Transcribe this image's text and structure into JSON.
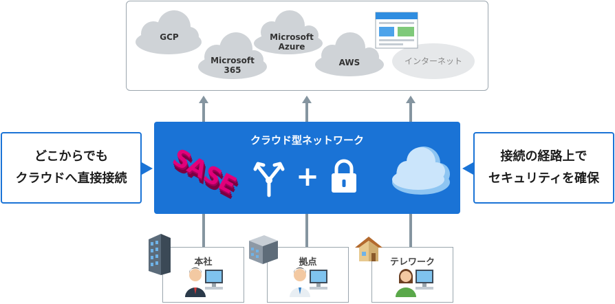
{
  "diagram": {
    "clouds": {
      "gcp": "GCP",
      "ms365": [
        "Microsoft",
        "365"
      ],
      "azure": [
        "Microsoft",
        "Azure"
      ],
      "aws": "AWS",
      "internet": "インターネット"
    },
    "center": {
      "title": "クラウド型ネットワーク",
      "sase_logo": "SASE",
      "plus": "+"
    },
    "left_callout": [
      "どこからでも",
      "クラウドへ直接接続"
    ],
    "right_callout": [
      "接続の経路上で",
      "セキュリティを確保"
    ],
    "locations": {
      "hq": "本社",
      "branch": "拠点",
      "telework": "テレワーク"
    },
    "colors": {
      "accent_blue": "#1a73d6",
      "arrow_gray": "#8595a0",
      "cloud_gray": "#cfd3d7",
      "sase_magenta": "#e2007a"
    }
  }
}
